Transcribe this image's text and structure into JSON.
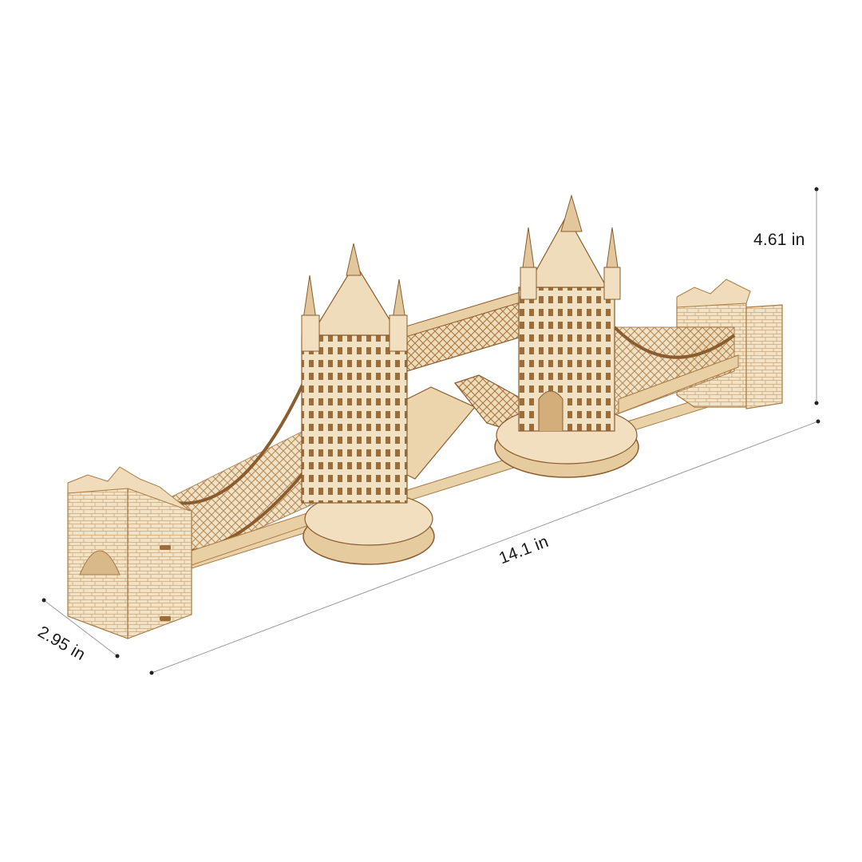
{
  "dimensions": {
    "height": "4.61 in",
    "length": "14.1 in",
    "depth": "2.95 in"
  },
  "colors": {
    "background": "#ffffff",
    "wood_light": "#f1dfc0",
    "wood_mid": "#e3c79c",
    "wood_dark": "#b88a55",
    "wood_edge": "#8a5c2e",
    "dimension_line": "#9a9a9a",
    "dimension_dot": "#222222"
  }
}
